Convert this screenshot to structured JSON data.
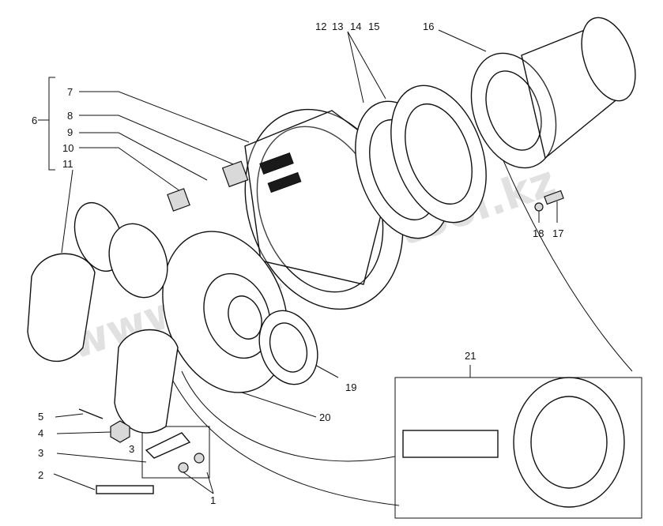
{
  "figure": {
    "watermark": "www.mtz-autotool.kz",
    "callouts": [
      {
        "id": "callout-1",
        "text": "1"
      },
      {
        "id": "callout-2",
        "text": "2"
      },
      {
        "id": "callout-3a",
        "text": "3"
      },
      {
        "id": "callout-3b",
        "text": "3"
      },
      {
        "id": "callout-4",
        "text": "4"
      },
      {
        "id": "callout-5",
        "text": "5"
      },
      {
        "id": "callout-6",
        "text": "6"
      },
      {
        "id": "callout-7",
        "text": "7"
      },
      {
        "id": "callout-8",
        "text": "8"
      },
      {
        "id": "callout-9",
        "text": "9"
      },
      {
        "id": "callout-10",
        "text": "10"
      },
      {
        "id": "callout-11",
        "text": "11"
      },
      {
        "id": "callout-12",
        "text": "12"
      },
      {
        "id": "callout-13",
        "text": "13"
      },
      {
        "id": "callout-14",
        "text": "14"
      },
      {
        "id": "callout-15",
        "text": "15"
      },
      {
        "id": "callout-16",
        "text": "16"
      },
      {
        "id": "callout-17",
        "text": "17"
      },
      {
        "id": "callout-18",
        "text": "18"
      },
      {
        "id": "callout-19",
        "text": "19"
      },
      {
        "id": "callout-20",
        "text": "20"
      },
      {
        "id": "callout-21",
        "text": "21"
      }
    ]
  }
}
